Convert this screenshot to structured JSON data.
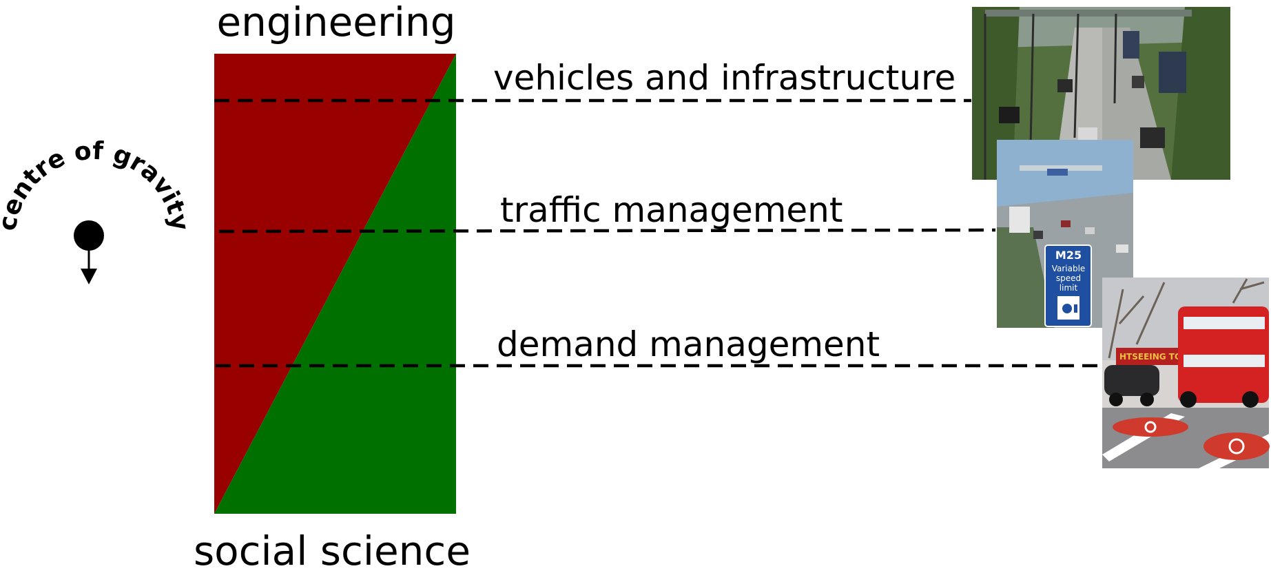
{
  "top_label": "engineering",
  "bottom_label": "social science",
  "levels": [
    {
      "label": "vehicles and infrastructure"
    },
    {
      "label": "traffic management"
    },
    {
      "label": "demand management"
    }
  ],
  "gravity_label": "centre of gravity",
  "colors": {
    "engineering": "#990000",
    "social_science": "#007000",
    "line": "#000000"
  },
  "photos": {
    "motorway": {
      "icon": "motorway-traffic-photo"
    },
    "m25_sign": {
      "icon": "m25-speed-sign-photo",
      "sign_lines": [
        "M25",
        "Variable",
        "speed",
        "limit"
      ]
    },
    "bus": {
      "icon": "london-bus-congestion-charge-photo",
      "banner": "HTSEEING TOUR OF"
    }
  }
}
